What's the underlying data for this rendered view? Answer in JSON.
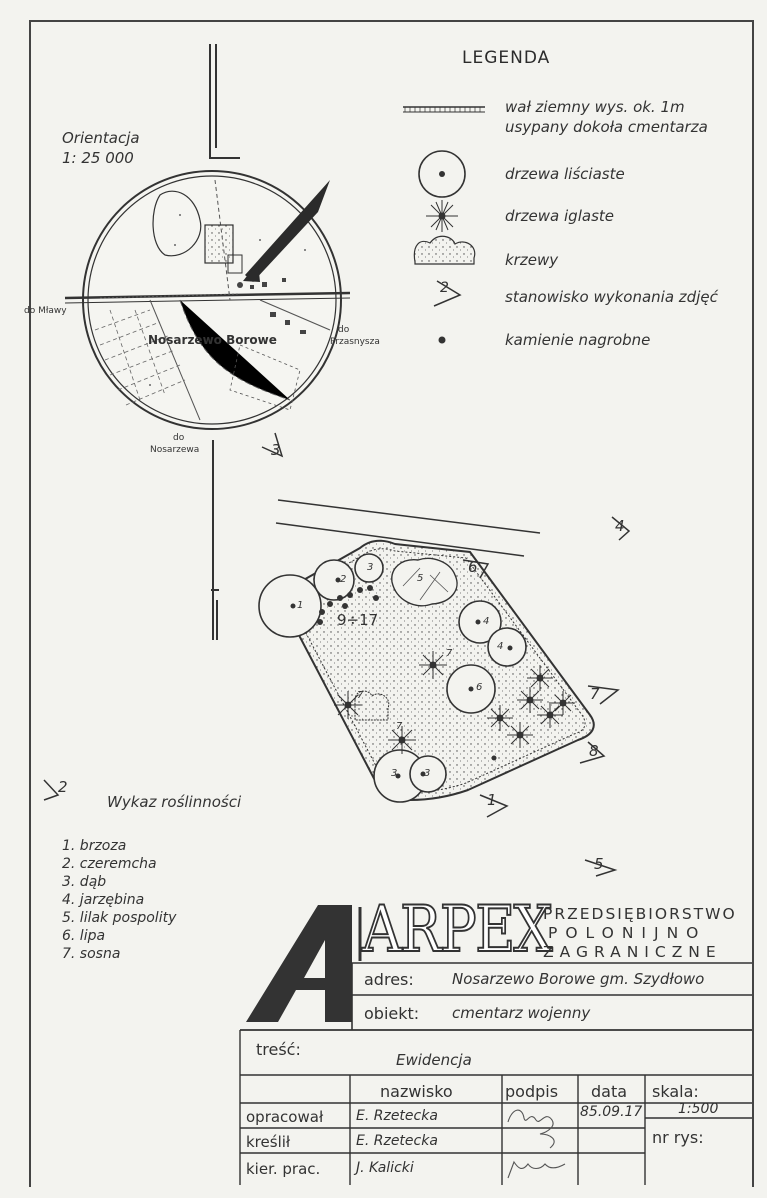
{
  "legend": {
    "title": "LEGENDA",
    "items": [
      {
        "icon": "earth-wall-icon",
        "text": "wał ziemny wys. ok. 1m"
      },
      {
        "icon": "",
        "text": "usypany dokoła cmentarza"
      },
      {
        "icon": "deciduous-tree-icon",
        "text": "drzewa liściaste"
      },
      {
        "icon": "conifer-tree-icon",
        "text": "drzewa iglaste"
      },
      {
        "icon": "shrub-icon",
        "text": "krzewy"
      },
      {
        "icon": "photo-position-icon",
        "text": "stanowisko wykonania zdjęć"
      },
      {
        "icon": "gravestone-dot-icon",
        "text": "kamienie nagrobne"
      }
    ],
    "legend_position_number": "2"
  },
  "orientation": {
    "title": "Orientacja",
    "scale": "1: 25 000",
    "village": "Nosarzewo Borowe",
    "to_mlawa": "do Mławy",
    "to_przasnysz_1": "do",
    "to_przasnysz_2": "Przasnysza",
    "to_nosarzew_1": "do",
    "to_nosarzew_2": "Nosarzewa"
  },
  "plan": {
    "photo_positions": [
      "1",
      "2",
      "3",
      "4",
      "5",
      "6",
      "7",
      "8"
    ],
    "tree_labels": {
      "birch": "1",
      "bird_cherry": "2",
      "oak": "3",
      "rowan": "4",
      "lilac": "5",
      "linden": "6",
      "pine": "7",
      "range": "9÷17"
    }
  },
  "plants": {
    "title": "Wykaz roślinności",
    "items": [
      "1. brzoza",
      "2. czeremcha",
      "3. dąb",
      "4. jarzębina",
      "5. lilak pospolity",
      "6. lipa",
      "7. sosna"
    ]
  },
  "company": {
    "logo": "ARPEX",
    "line1": "PRZEDSIĘBIORSTWO",
    "line2": "POLONIJNO",
    "line3": "ZAGRANICZNE"
  },
  "title_block": {
    "adres_label": "adres:",
    "adres_value": "Nosarzewo Borowe gm. Szydłowo",
    "obiekt_label": "obiekt:",
    "obiekt_value": "cmentarz wojenny",
    "tresc_label": "treść:",
    "tresc_value": "Ewidencja",
    "col_nazwisko": "nazwisko",
    "col_podpis": "podpis",
    "col_data": "data",
    "skala_label": "skala:",
    "skala_value": "1:500",
    "nr_rys_label": "nr rys:",
    "rows": [
      {
        "role": "opracował",
        "name": "E. Rzetecka",
        "date": "85.09.17"
      },
      {
        "role": "kreślił",
        "name": "E. Rzetecka",
        "date": ""
      },
      {
        "role": "kier. prac.",
        "name": "J. Kalicki",
        "date": ""
      }
    ]
  }
}
